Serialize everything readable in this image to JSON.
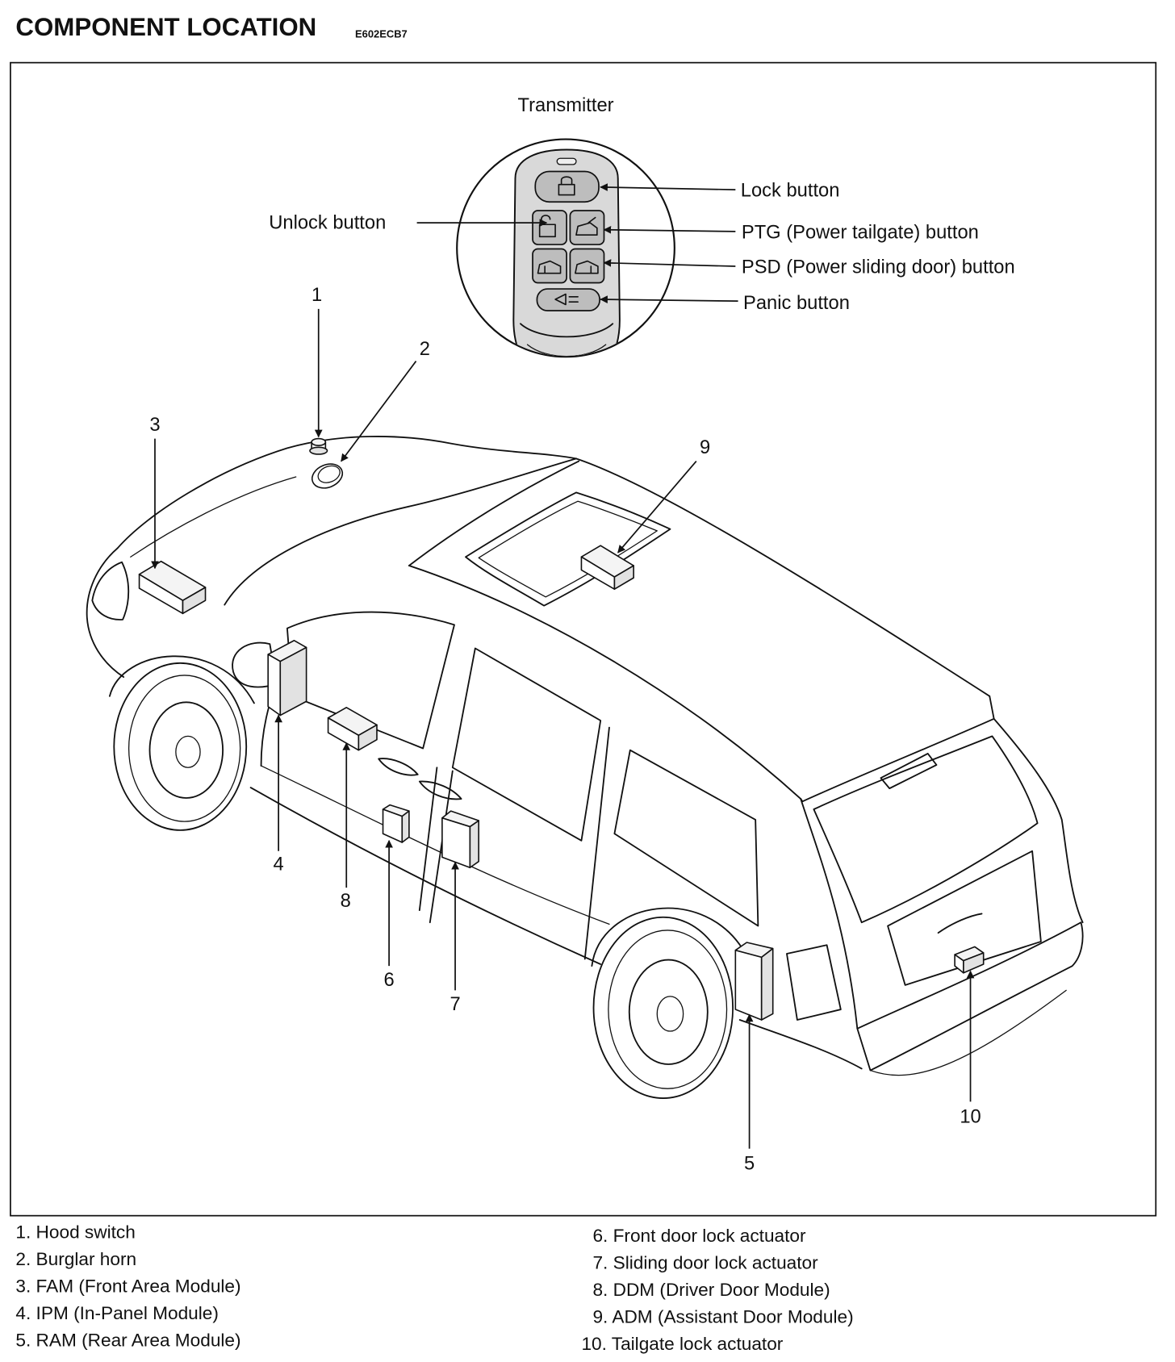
{
  "header": {
    "title": "COMPONENT LOCATION",
    "code": "E602ECB7"
  },
  "transmitter": {
    "title": "Transmitter",
    "callouts": {
      "lock": "Lock button",
      "unlock": "Unlock button",
      "ptg": "PTG (Power tailgate) button",
      "psd": "PSD (Power sliding door) button",
      "panic": "Panic button"
    }
  },
  "markers": [
    "1",
    "2",
    "3",
    "4",
    "5",
    "6",
    "7",
    "8",
    "9",
    "10"
  ],
  "legend": [
    "1. Hood switch",
    "2. Burglar horn",
    "3. FAM (Front Area Module)",
    "4. IPM (In-Panel Module)",
    "5. RAM (Rear Area Module)",
    "6. Front door lock actuator",
    "7. Sliding door lock actuator",
    "8. DDM (Driver Door Module)",
    "9. ADM (Assistant Door Module)",
    "10. Tailgate lock actuator"
  ]
}
